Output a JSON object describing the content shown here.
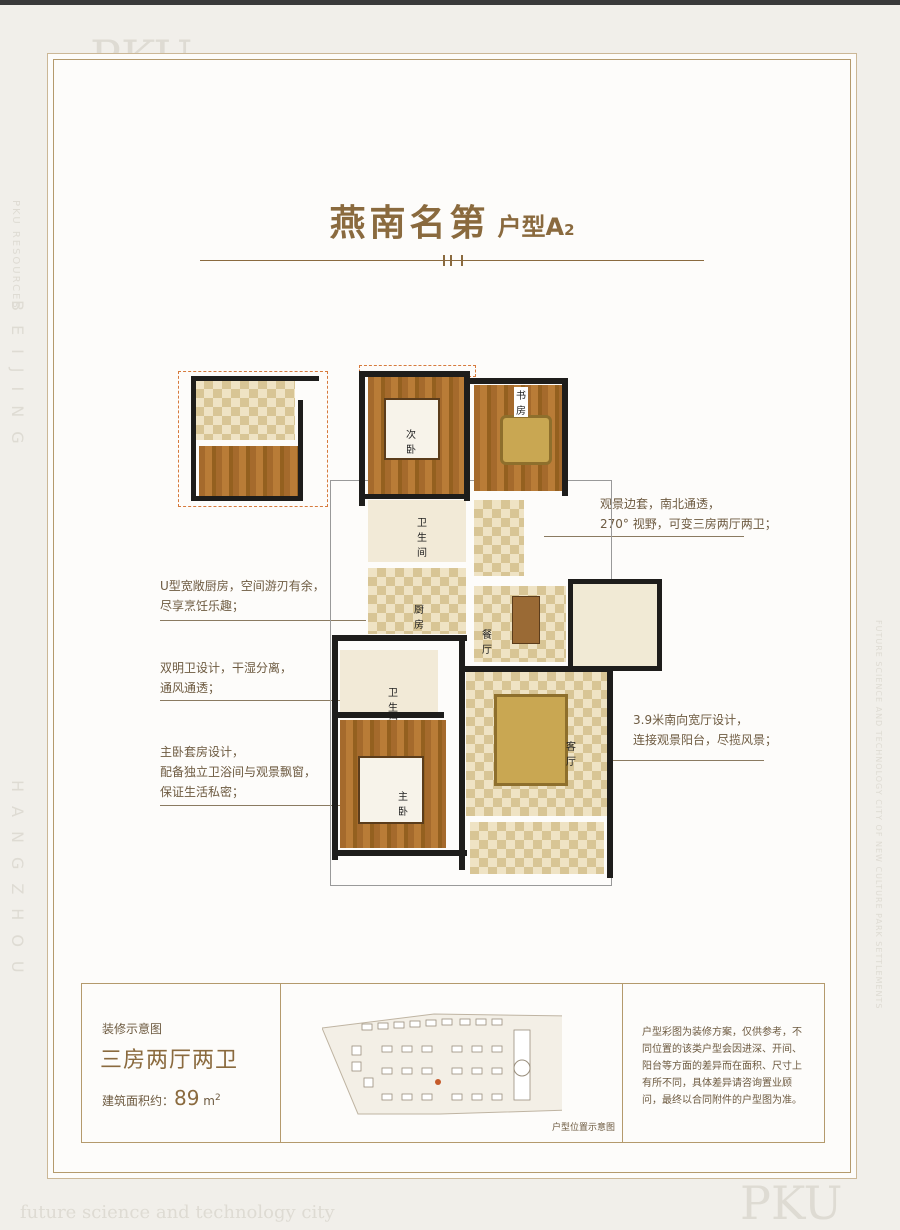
{
  "title": {
    "main": "燕南名第",
    "type_label": "户型A",
    "type_suffix": "2"
  },
  "rooms": {
    "second_bedroom": "次卧",
    "study": "书房",
    "bathroom_1": "卫生间",
    "kitchen": "厨房",
    "dining": "餐厅",
    "bathroom_2": "卫生间",
    "living": "客厅",
    "master_bedroom": "主卧"
  },
  "annotations": {
    "view_suite": [
      "观景边套，南北通透，",
      "270° 视野，可变三房两厅两卫；"
    ],
    "kitchen": [
      "U型宽敞厨房，空间游刃有余，",
      "尽享烹饪乐趣；"
    ],
    "bathroom": [
      "双明卫设计，干湿分离，",
      "通风通透；"
    ],
    "master": [
      "主卧套房设计，",
      "配备独立卫浴间与观景飘窗，",
      "保证生活私密；"
    ],
    "living": [
      "3.9米南向宽厅设计，",
      "连接观景阳台，尽揽风景；"
    ]
  },
  "info": {
    "decor_label": "装修示意图",
    "layout": "三房两厅两卫",
    "area_label": "建筑面积约：",
    "area_value": "89",
    "area_unit": "m",
    "area_unit_sup": "2",
    "map_caption": "户型位置示意图",
    "disclaimer": "户型彩图为装修方案，仅供参考，不同位置的该类户型会因进深、开间、阳台等方面的差异而在面积、尺寸上有所不同，具体差异请咨询置业顾问，最终以合同附件的户型图为准。"
  },
  "background_text": {
    "bottom": "future science and technology city",
    "pku": "PKU",
    "vertical_left_1": "BEIJING",
    "vertical_left_2": "HANGZHOU",
    "vertical_right": "FUTURE SCIENCE AND TECHNOLOGY CITY OF NEW CULTURE PARK SETTLEMENTS",
    "resources": "PKU RESOURCES"
  },
  "colors": {
    "accent": "#8a6a3e",
    "border": "#b49a6c",
    "text": "#6d5a40",
    "background": "#f1efea"
  }
}
